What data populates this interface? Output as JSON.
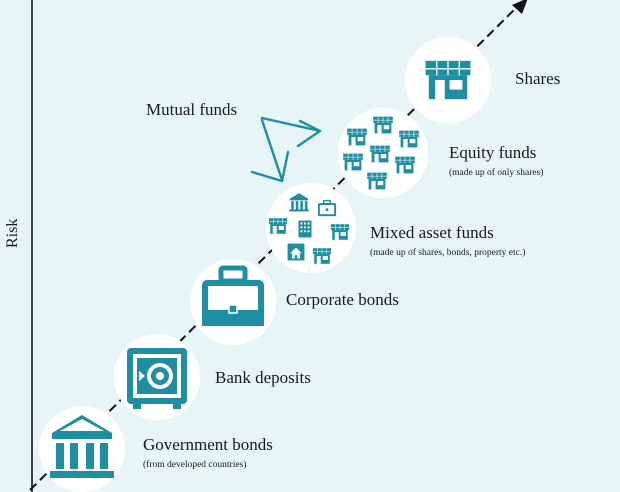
{
  "axis": {
    "y_label": "Risk"
  },
  "items": [
    {
      "id": "shares",
      "label": "Shares",
      "sublabel": "",
      "icon": "shop-icon"
    },
    {
      "id": "equity-funds",
      "label": "Equity funds",
      "sublabel": "(made up of only shares)",
      "icon": "shop-cluster-icon"
    },
    {
      "id": "mixed-asset-funds",
      "label": "Mixed asset funds",
      "sublabel": "(made up of shares, bonds, property etc.)",
      "icon": "mixed-assets-icon"
    },
    {
      "id": "corporate-bonds",
      "label": "Corporate bonds",
      "sublabel": "",
      "icon": "briefcase-icon"
    },
    {
      "id": "bank-deposits",
      "label": "Bank deposits",
      "sublabel": "",
      "icon": "safe-icon"
    },
    {
      "id": "government-bonds",
      "label": "Government bonds",
      "sublabel": "(from developed countries)",
      "icon": "bank-building-icon"
    }
  ],
  "callout": {
    "label": "Mutual funds"
  },
  "colors": {
    "teal": "#1e8fa3",
    "circle": "#ffffff",
    "background": "#e8f5f7",
    "line": "#111111"
  }
}
